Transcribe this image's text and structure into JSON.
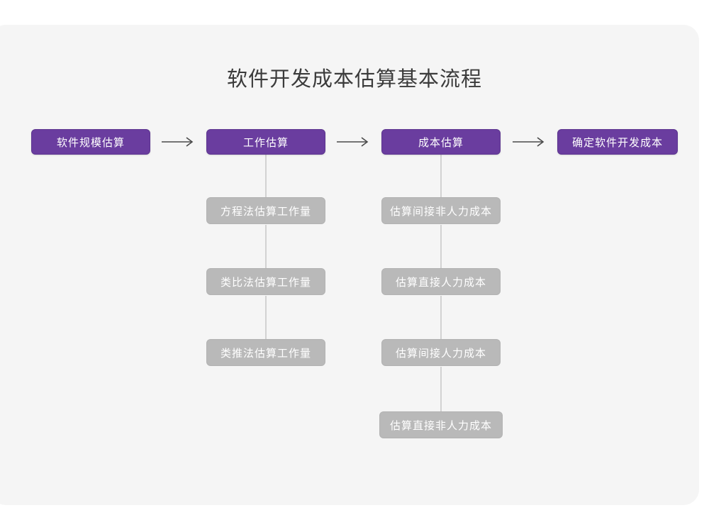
{
  "diagram": {
    "title": "软件开发成本估算基本流程",
    "colors": {
      "card_background": "#f5f5f5",
      "page_background": "#ffffff",
      "primary_node": "#6a3d9f",
      "secondary_node": "#b9b9b9",
      "connector_line": "#d2d2d2",
      "arrow": "#4a4a4a",
      "title_text": "#3b3b3b",
      "node_text": "#ffffff"
    },
    "main_flow": [
      {
        "id": "step-1",
        "label": "软件规模估算"
      },
      {
        "id": "step-2",
        "label": "工作估算"
      },
      {
        "id": "step-3",
        "label": "成本估算"
      },
      {
        "id": "step-4",
        "label": "确定软件开发成本"
      }
    ],
    "arrows": [
      {
        "id": "arrow-1",
        "glyph": "⟶"
      },
      {
        "id": "arrow-2",
        "glyph": "⟶"
      },
      {
        "id": "arrow-3",
        "glyph": "⟶"
      }
    ],
    "branches": [
      {
        "parent": "工作估算",
        "items": [
          {
            "label": "方程法估算工作量"
          },
          {
            "label": "类比法估算工作量"
          },
          {
            "label": "类推法估算工作量"
          }
        ]
      },
      {
        "parent": "成本估算",
        "items": [
          {
            "label": "估算间接非人力成本"
          },
          {
            "label": "估算直接人力成本"
          },
          {
            "label": "估算间接人力成本"
          },
          {
            "label": "估算直接非人力成本"
          }
        ]
      }
    ]
  }
}
